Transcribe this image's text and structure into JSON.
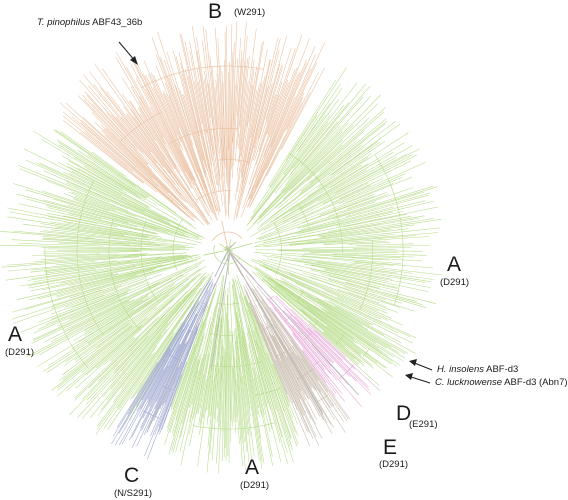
{
  "clades": [
    {
      "id": "b",
      "letter": "B",
      "residue": "(W291)",
      "color": "#eac0a0"
    },
    {
      "id": "a-right",
      "letter": "A",
      "residue": "(D291)",
      "color": "#b7dc8a"
    },
    {
      "id": "a-left",
      "letter": "A",
      "residue": "(D291)",
      "color": "#b7dc8a"
    },
    {
      "id": "a-bottom",
      "letter": "A",
      "residue": "(D291)",
      "color": "#b7dc8a"
    },
    {
      "id": "c",
      "letter": "C",
      "residue": "(N/S291)",
      "color": "#9fa8d0"
    },
    {
      "id": "d",
      "letter": "D",
      "residue": "(E291)",
      "color": "#e8a8d8"
    },
    {
      "id": "e",
      "letter": "E",
      "residue": "(D291)",
      "color": "#c8bcae"
    }
  ],
  "annotations": {
    "t_pinophilus": {
      "species": "T. pinophilus",
      "rest": " ABF43_36b"
    },
    "h_insolens": {
      "species": "H. insolens",
      "rest": " ABF-d3"
    },
    "c_lucknowense": {
      "species": "C. lucknowense",
      "rest": " ABF-d3 (Abn7)"
    }
  },
  "colors": {
    "arrow": "#222222",
    "backbone": "#b8b8b8"
  }
}
